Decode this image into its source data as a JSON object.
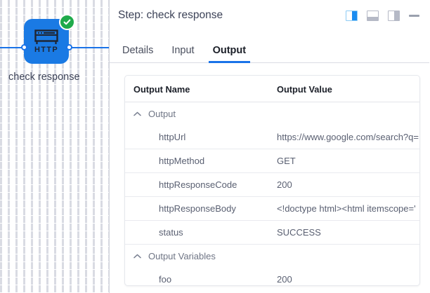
{
  "canvas": {
    "node": {
      "label": "check response",
      "icon_text": "HTTP",
      "icon_name": "http-node-icon",
      "status_badge": "check-circle-icon",
      "node_color": "#1a7ae4",
      "badge_color": "#1faa4b"
    },
    "edge_color": "#1a73e8"
  },
  "panel": {
    "title": "Step: check response",
    "actions": [
      {
        "name": "layout-split-vertical-icon",
        "label": "Split vertical"
      },
      {
        "name": "layout-split-horizontal-icon",
        "label": "Split horizontal"
      },
      {
        "name": "layout-side-panel-icon",
        "label": "Side panel"
      },
      {
        "name": "minimize-icon",
        "label": "Minimize"
      }
    ],
    "tabs": [
      {
        "label": "Details",
        "active": false
      },
      {
        "label": "Input",
        "active": false
      },
      {
        "label": "Output",
        "active": true
      }
    ],
    "accent_color": "#1a73e8"
  },
  "table": {
    "headers": {
      "name": "Output Name",
      "value": "Output Value"
    },
    "groups": [
      {
        "label": "Output",
        "expanded": true,
        "rows": [
          {
            "name": "httpUrl",
            "value": "https://www.google.com/search?q="
          },
          {
            "name": "httpMethod",
            "value": "GET"
          },
          {
            "name": "httpResponseCode",
            "value": "200"
          },
          {
            "name": "httpResponseBody",
            "value": "<!doctype html><html itemscope='"
          },
          {
            "name": "status",
            "value": "SUCCESS"
          }
        ]
      },
      {
        "label": "Output Variables",
        "expanded": true,
        "rows": [
          {
            "name": "foo",
            "value": "200"
          }
        ]
      }
    ]
  }
}
